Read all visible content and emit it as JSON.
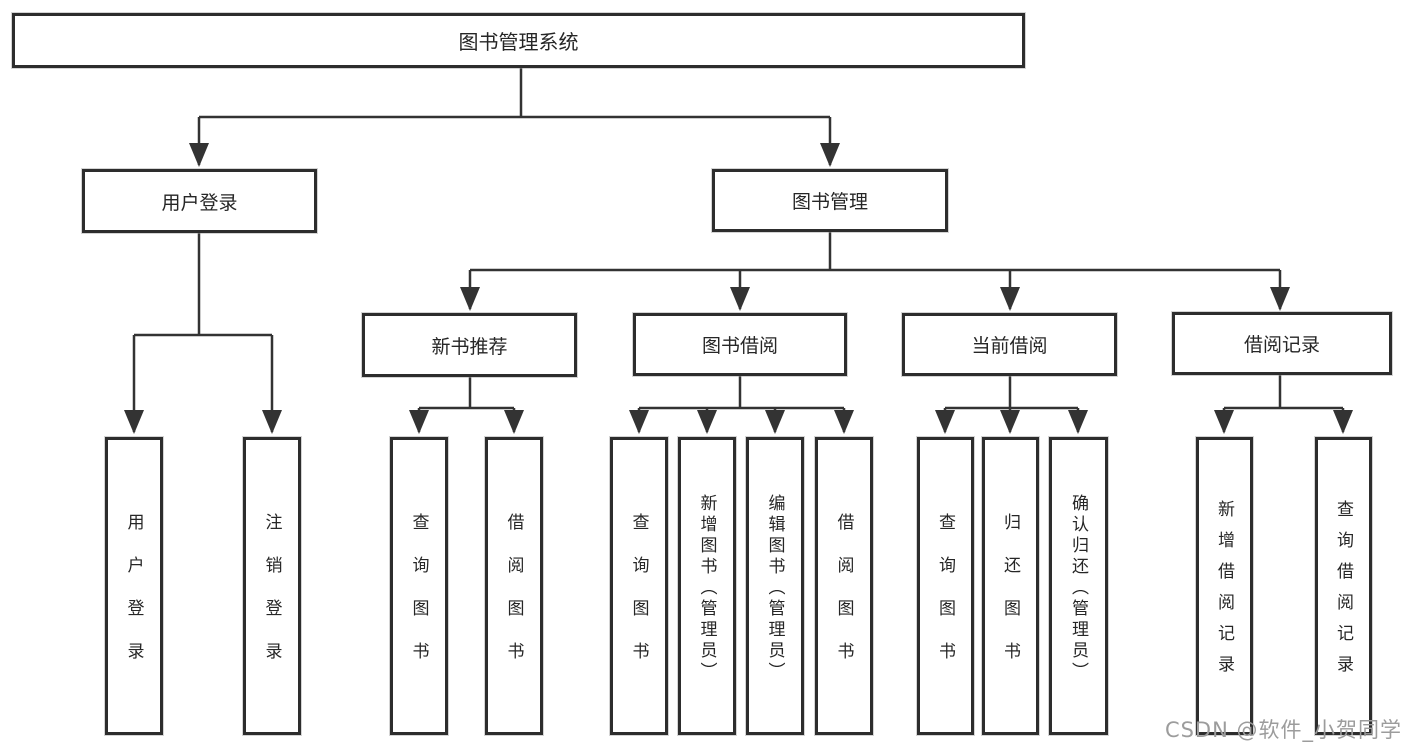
{
  "tree": {
    "root": "图书管理系统",
    "branches": [
      "用户登录",
      "图书管理"
    ],
    "modules": [
      "新书推荐",
      "图书借阅",
      "当前借阅",
      "借阅记录"
    ],
    "functions": {
      "user_login": [
        "用户登录",
        "注销登录"
      ],
      "new_book_recommend": [
        "查询图书",
        "借阅图书"
      ],
      "book_borrow": [
        "查询图书",
        "新增图书（管理员）",
        "编辑图书（管理员）",
        "借阅图书"
      ],
      "current_borrow": [
        "查询图书",
        "归还图书",
        "确认归还（管理员）"
      ],
      "borrow_record": [
        "新增借阅记录",
        "查询借阅记录"
      ]
    }
  },
  "watermark_text": "CSDN @软件_小贺同学",
  "colors": {
    "line": "#333333",
    "border": "#2d2d2d",
    "text": "#262626",
    "watermark": "#9c9c9c"
  }
}
